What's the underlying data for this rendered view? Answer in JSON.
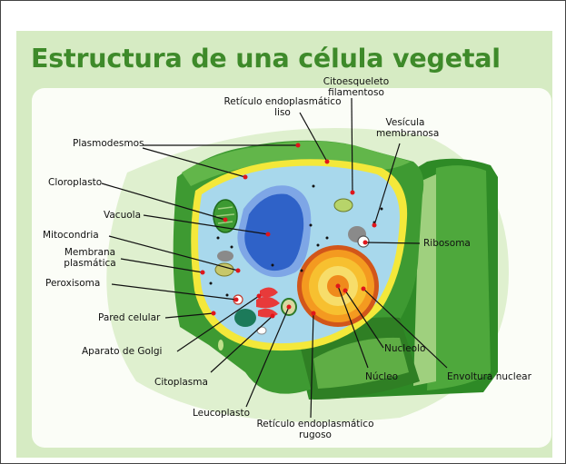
{
  "title": "Estructura de una célula vegetal",
  "colors": {
    "title": "#3e8a2a",
    "background_panel": "#d6ebc3",
    "cell_wall": "#3e9a32",
    "membrane": "#f4e83a",
    "cytoplasm": "#a8d8ec",
    "vacuole": "#2f62c8",
    "nucleus": "#f4a020",
    "leader_dot": "#e0151b"
  },
  "labels": {
    "plasmodesmos": "Plasmodesmos",
    "cloroplasto": "Cloroplasto",
    "vacuola": "Vacuola",
    "mitocondria": "Mitocondria",
    "membrana_plasmatica_1": "Membrana",
    "membrana_plasmatica_2": "plasmática",
    "peroxisoma": "Peroxisoma",
    "pared_celular": "Pared celular",
    "aparato_golgi": "Aparato de Golgi",
    "citoplasma": "Citoplasma",
    "leucoplasto": "Leucoplasto",
    "ret_rugoso_1": "Retículo endoplasmático",
    "ret_rugoso_2": "rugoso",
    "nucleo": "Núcleo",
    "nucleolo": "Nucleolo",
    "envoltura_nuclear": "Envoltura nuclear",
    "ribosoma": "Ribosoma",
    "vesicula_1": "Vesícula",
    "vesicula_2": "membranosa",
    "citoesqueleto_1": "Citoesqueleto",
    "citoesqueleto_2": "filamentoso",
    "ret_liso_1": "Retículo endoplasmático",
    "ret_liso_2": "liso"
  }
}
